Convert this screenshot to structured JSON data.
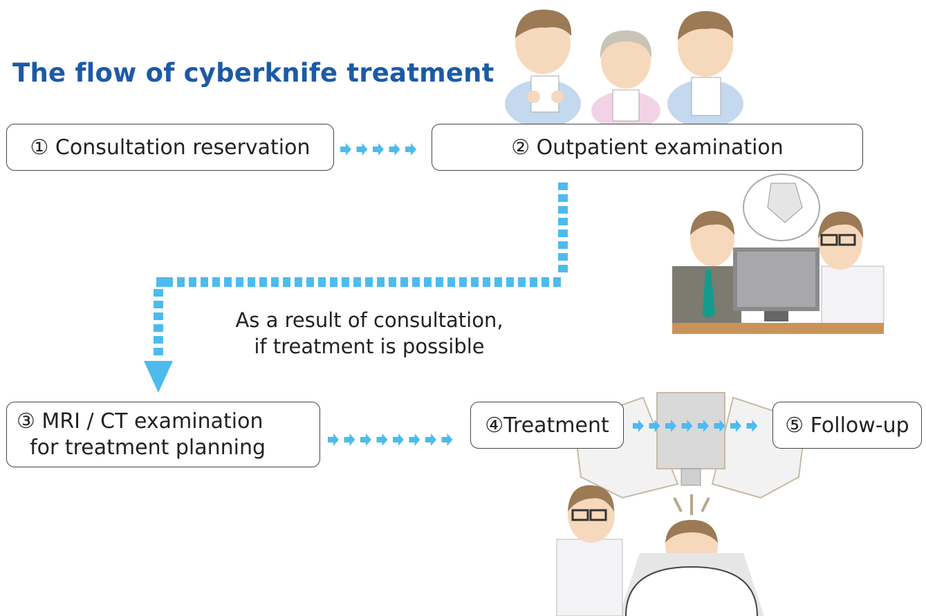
{
  "title": "The flow of cyberknife treatment",
  "steps": [
    {
      "label": "① Consultation reservation"
    },
    {
      "label": "② Outpatient examination"
    },
    {
      "line1": "③ MRI / CT examination",
      "line2": "  for treatment planning"
    },
    {
      "label": "④Treatment"
    },
    {
      "label": "⑤ Follow-up"
    }
  ],
  "note": {
    "line1": "As a result of consultation,",
    "line2": "if treatment is possible"
  },
  "colors": {
    "title": "#1c5aa6",
    "arrow": "#4dbbee",
    "border": "#444444"
  },
  "illustrations": [
    "patients-holding-papers",
    "doctors-at-computer",
    "cyberknife-robot-treatment"
  ]
}
